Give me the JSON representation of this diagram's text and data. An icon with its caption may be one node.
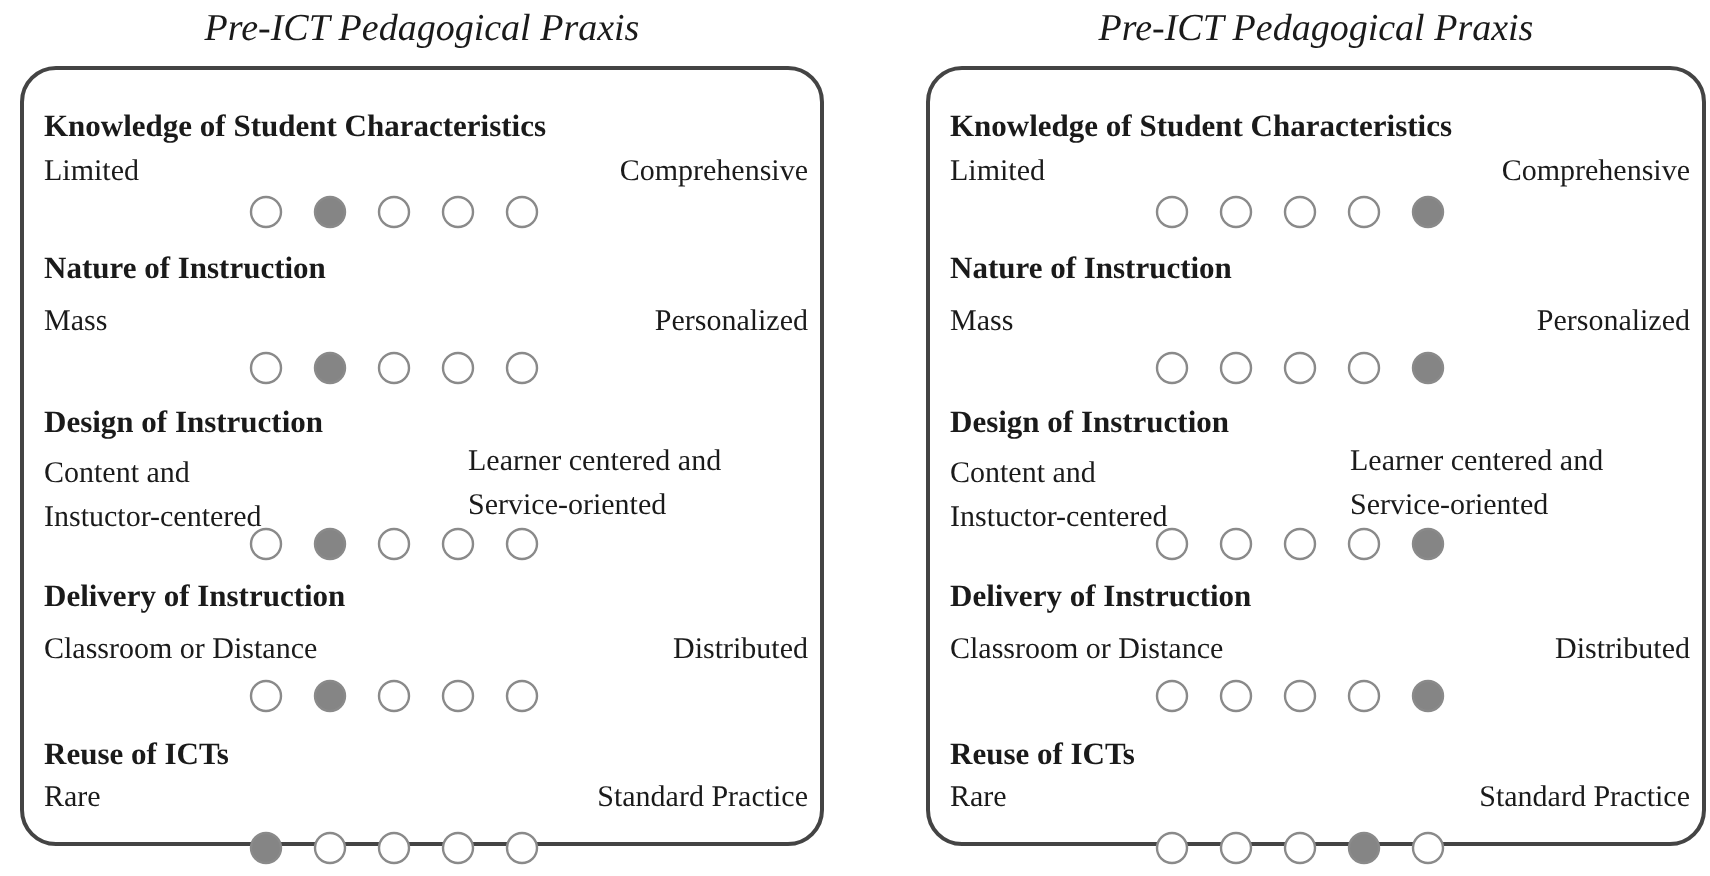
{
  "diagram": {
    "nodes": [
      {
        "text": [
          "Pre-ICT Pedagogical Praxis",
          "Knowledge of Student Characteristics",
          "Limited",
          "Comprehensive",
          "Nature of Instruction",
          "Mass",
          "Personalized",
          "Design of Instruction",
          "Content and Instuctor-centered",
          "Learner centered and Service-oriented",
          "Delivery of Instruction",
          "Classroom or Distance",
          "Distributed",
          "Reuse of ICTs",
          "Rare",
          "Standard Practice"
        ]
      },
      {
        "text": [
          "Pre-ICT Pedagogical Praxis",
          "Knowledge of Student Characteristics",
          "Limited",
          "Comprehensive",
          "Nature of Instruction",
          "Mass",
          "Personalized",
          "Design of Instruction",
          "Content and Instuctor-centered",
          "Learner centered and Service-oriented",
          "Delivery of Instruction",
          "Classroom or Distance",
          "Distributed",
          "Reuse of ICTs",
          "Rare",
          "Standard Practice"
        ]
      }
    ]
  }
}
